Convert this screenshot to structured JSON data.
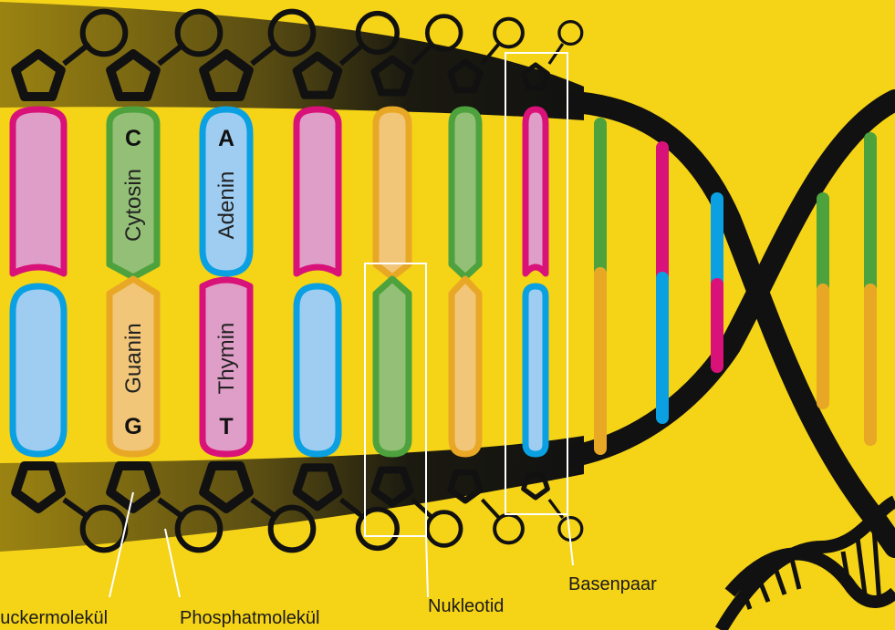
{
  "colors": {
    "background": "#f5d316",
    "backbone": "#111111",
    "pink": "#df9ec8",
    "pink_stroke": "#d9127a",
    "blue": "#9fcdf2",
    "blue_stroke": "#0aa0e2",
    "green": "#94bf76",
    "green_stroke": "#4ea23d",
    "orange": "#f2c678",
    "orange_stroke": "#e8a826",
    "highlight": "#ffffff"
  },
  "bases": {
    "cytosin": {
      "name": "Cytosin",
      "letter": "C"
    },
    "adenin": {
      "name": "Adenin",
      "letter": "A"
    },
    "guanin": {
      "name": "Guanin",
      "letter": "G"
    },
    "thymin": {
      "name": "Thymin",
      "letter": "T"
    }
  },
  "callouts": {
    "sugar": "Zuckermolekül",
    "phosphate": "Phosphatmolekül",
    "nucleotide": "Nukleotid",
    "base_pair": "Basenpaar"
  },
  "icons": {
    "sugar": "pentagon-ring",
    "phosphate": "circle",
    "decor": "dna-helix-icon"
  }
}
